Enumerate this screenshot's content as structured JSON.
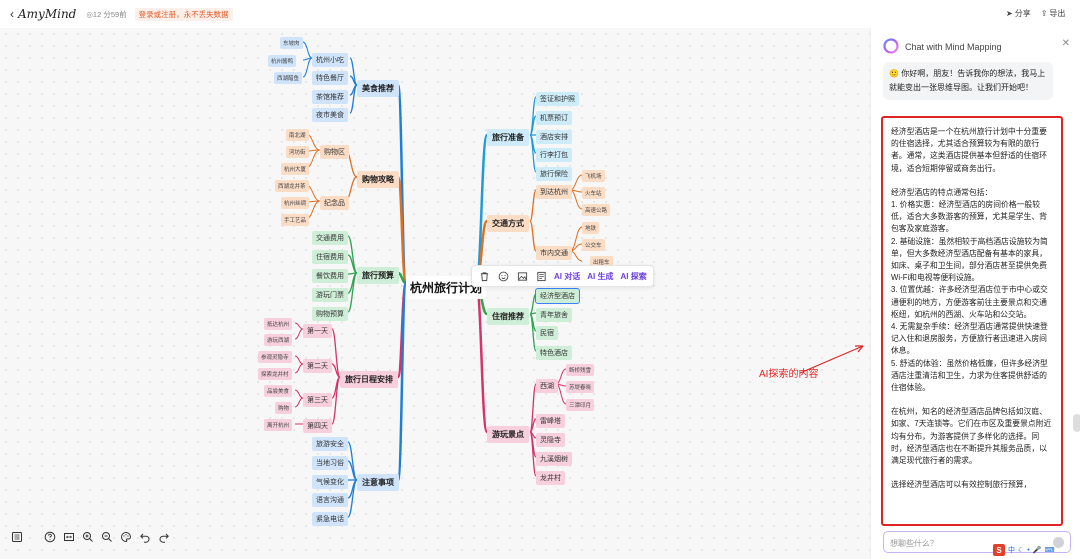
{
  "app": {
    "back_icon": "chevron-left-icon",
    "logo": "AmyMind",
    "save_time": "◎12 分59前",
    "login_tip": "登录或注册，永不丢失数据",
    "share_label": "分享",
    "export_label": "导出"
  },
  "mindmap": {
    "center": "杭州旅行计划",
    "branches": {
      "food": {
        "label": "美食推荐",
        "color": "#1f7fd8",
        "fill": "#cfe4fb",
        "subs": [
          "杭州小吃",
          "特色餐厅",
          "茶馆推荐",
          "夜市美食"
        ],
        "leaves": [
          "东坡肉",
          "杭州酱鸭",
          "西湖醋鱼"
        ]
      },
      "shopping": {
        "label": "购物攻略",
        "color": "#e0701f",
        "fill": "#fbdcc5",
        "subs": [
          "购物区",
          "纪念品"
        ],
        "leaves_a": [
          "南北湖",
          "河坊街",
          "杭州大厦"
        ],
        "leaves_b": [
          "西湖龙井茶",
          "杭州丝绸",
          "手工艺品"
        ]
      },
      "budget": {
        "label": "旅行预算",
        "color": "#2ea44f",
        "fill": "#cfeed7",
        "subs": [
          "交通费用",
          "住宿费用",
          "餐饮费用",
          "游玩门票",
          "购物预算"
        ]
      },
      "itinerary": {
        "label": "旅行日程安排",
        "color": "#d6336c",
        "fill": "#f7cfdd",
        "subs": [
          "第一天",
          "第二天",
          "第三天",
          "第四天"
        ],
        "leaves": [
          "抵达杭州",
          "游玩西湖",
          "参观灵隐寺",
          "探索龙井村",
          "品尝美食",
          "购物",
          "离开杭州"
        ]
      },
      "notes": {
        "label": "注意事项",
        "color": "#1f7fd8",
        "fill": "#cfe4fb",
        "subs": [
          "旅游安全",
          "当地习俗",
          "气候变化",
          "语言沟通",
          "紧急电话"
        ]
      },
      "prep": {
        "label": "旅行准备",
        "color": "#1f9bd8",
        "fill": "#cdebf8",
        "subs": [
          "签证和护照",
          "机票预订",
          "酒店安排",
          "行李打包",
          "旅行保险"
        ]
      },
      "transport": {
        "label": "交通方式",
        "color": "#e0701f",
        "fill": "#fbdcc5",
        "subs": [
          "到达杭州",
          "市内交通"
        ],
        "leaves_a": [
          "飞机场",
          "火车站",
          "高速公路"
        ],
        "leaves_b": [
          "地铁",
          "公交车",
          "出租车"
        ]
      },
      "lodging": {
        "label": "住宿推荐",
        "color": "#2ea44f",
        "fill": "#cfeed7",
        "subs": [
          "经济型酒店",
          "青年旅舍",
          "民宿",
          "特色酒店"
        ]
      },
      "sights": {
        "label": "游玩景点",
        "color": "#d6336c",
        "fill": "#f7cfdd",
        "subs": [
          "西湖",
          "雷峰塔",
          "灵隐寺",
          "九溪烟树",
          "龙井村"
        ],
        "leaves": [
          "断桥残雪",
          "苏堤春晓",
          "三潭印月"
        ]
      }
    }
  },
  "toolbar": {
    "ai_chat": "AI 对话",
    "ai_generate": "AI 生成",
    "ai_explore": "AI 探索"
  },
  "chat": {
    "title": "Chat with Mind Mapping",
    "greeting": "你好啊，朋友！告诉我你的想法，我马上就能变出一张思维导图。让我们开始吧！",
    "answer": [
      "经济型酒店是一个在杭州旅行计划中十分重要的住宿选择，尤其适合预算较为有限的旅行者。通常，这类酒店提供基本但舒适的住宿环境，适合短期停留或商务出行。",
      "经济型酒店的特点通常包括：",
      "1. 价格实惠：经济型酒店的房间价格一般较低，适合大多数游客的预算，尤其是学生、背包客及家庭游客。",
      "2. 基础设施：虽然相较于高档酒店设施较为简单，但大多数经济型酒店配备有基本的家具，如床、桌子和卫生间，部分酒店甚至提供免费Wi-Fi和电视等便利设施。",
      "3. 位置优越：许多经济型酒店位于市中心或交通便利的地方，方便游客前往主要景点和交通枢纽，如杭州的西湖、火车站和公交站。",
      "4. 无需复杂手续：经济型酒店通常提供快速登记入住和退房服务，方便旅行者迅速进入房间休息。",
      "5. 舒适的体验：虽然价格低廉，但许多经济型酒店注重清洁和卫生，力求为住客提供舒适的住宿体验。",
      "在杭州，知名的经济型酒店品牌包括如汉庭、如家、7天连锁等。它们在市区及重要景点附近均有分布，为游客提供了多样化的选择。同时，经济型酒店也在不断提升其服务品质，以满足现代旅行者的需求。",
      "选择经济型酒店可以有效控制旅行预算，"
    ],
    "input_placeholder": "想聊些什么？"
  },
  "annotation": "AI探索的内容",
  "ime": {
    "label": "中"
  }
}
